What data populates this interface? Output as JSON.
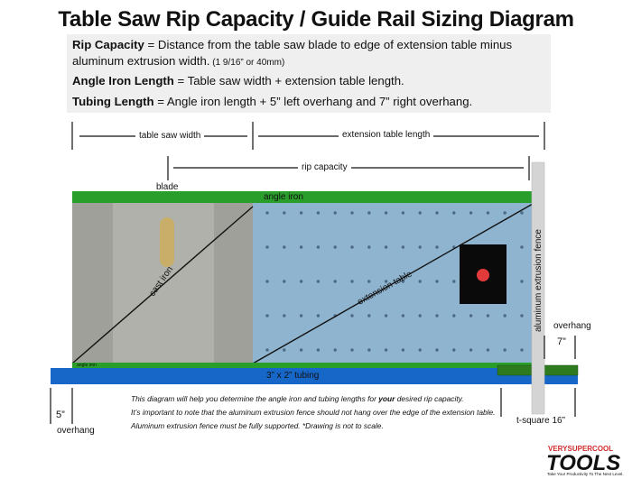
{
  "title": "Table Saw Rip Capacity / Guide Rail Sizing Diagram",
  "definitions": {
    "rip": {
      "term": "Rip Capacity",
      "text_a": " = Distance from the table saw blade to edge of extension table minus",
      "text_b": "aluminum extrusion width.",
      "note": " (1 9/16” or 40mm)"
    },
    "angle": {
      "term": "Angle Iron Length",
      "text": " = Table saw width + extension table length."
    },
    "tubing": {
      "term": "Tubing Length",
      "text": " = Angle iron length + 5” left overhang and 7” right overhang."
    }
  },
  "dimensions": {
    "table_saw_width": "table saw width",
    "extension_table_length": "extension table length",
    "rip_capacity": "rip capacity"
  },
  "labels": {
    "blade": "blade",
    "angle_iron_top": "angle iron",
    "angle_iron_small": "angle iron",
    "cast_iron": "cast iron",
    "extension_table": "extension table",
    "fence": "aluminum extrusion fence",
    "tubing": "3” x 2” tubing",
    "overhang_left_value": "5”",
    "overhang_left_word": "overhang",
    "overhang_right_word": "overhang",
    "overhang_right_value": "7”",
    "tsquare": "t-square 16”"
  },
  "notes": {
    "line1_a": "This diagram will help you determine the angle iron and tubing lengths for ",
    "line1_b": "your",
    "line1_c": " desired rip capacity.",
    "line2": "It’s important to note that the aluminum extrusion fence should not hang over the edge of the extension table.",
    "line3": "Aluminum extrusion fence must be fully supported. *Drawing is not to scale."
  },
  "logo": {
    "top": "VERYSUPERCOOL",
    "main": "TOOLS",
    "tagline": "Take Your Productivity To The Next Level."
  },
  "colors": {
    "green": "#2a9e2a",
    "blue": "#1767c9",
    "table_blue": "#8fb4cf",
    "cast_iron": "#a9aaa3",
    "fence": "#d4d4d4",
    "slot": "#c9ae6a",
    "knob": "#e23a3a"
  }
}
